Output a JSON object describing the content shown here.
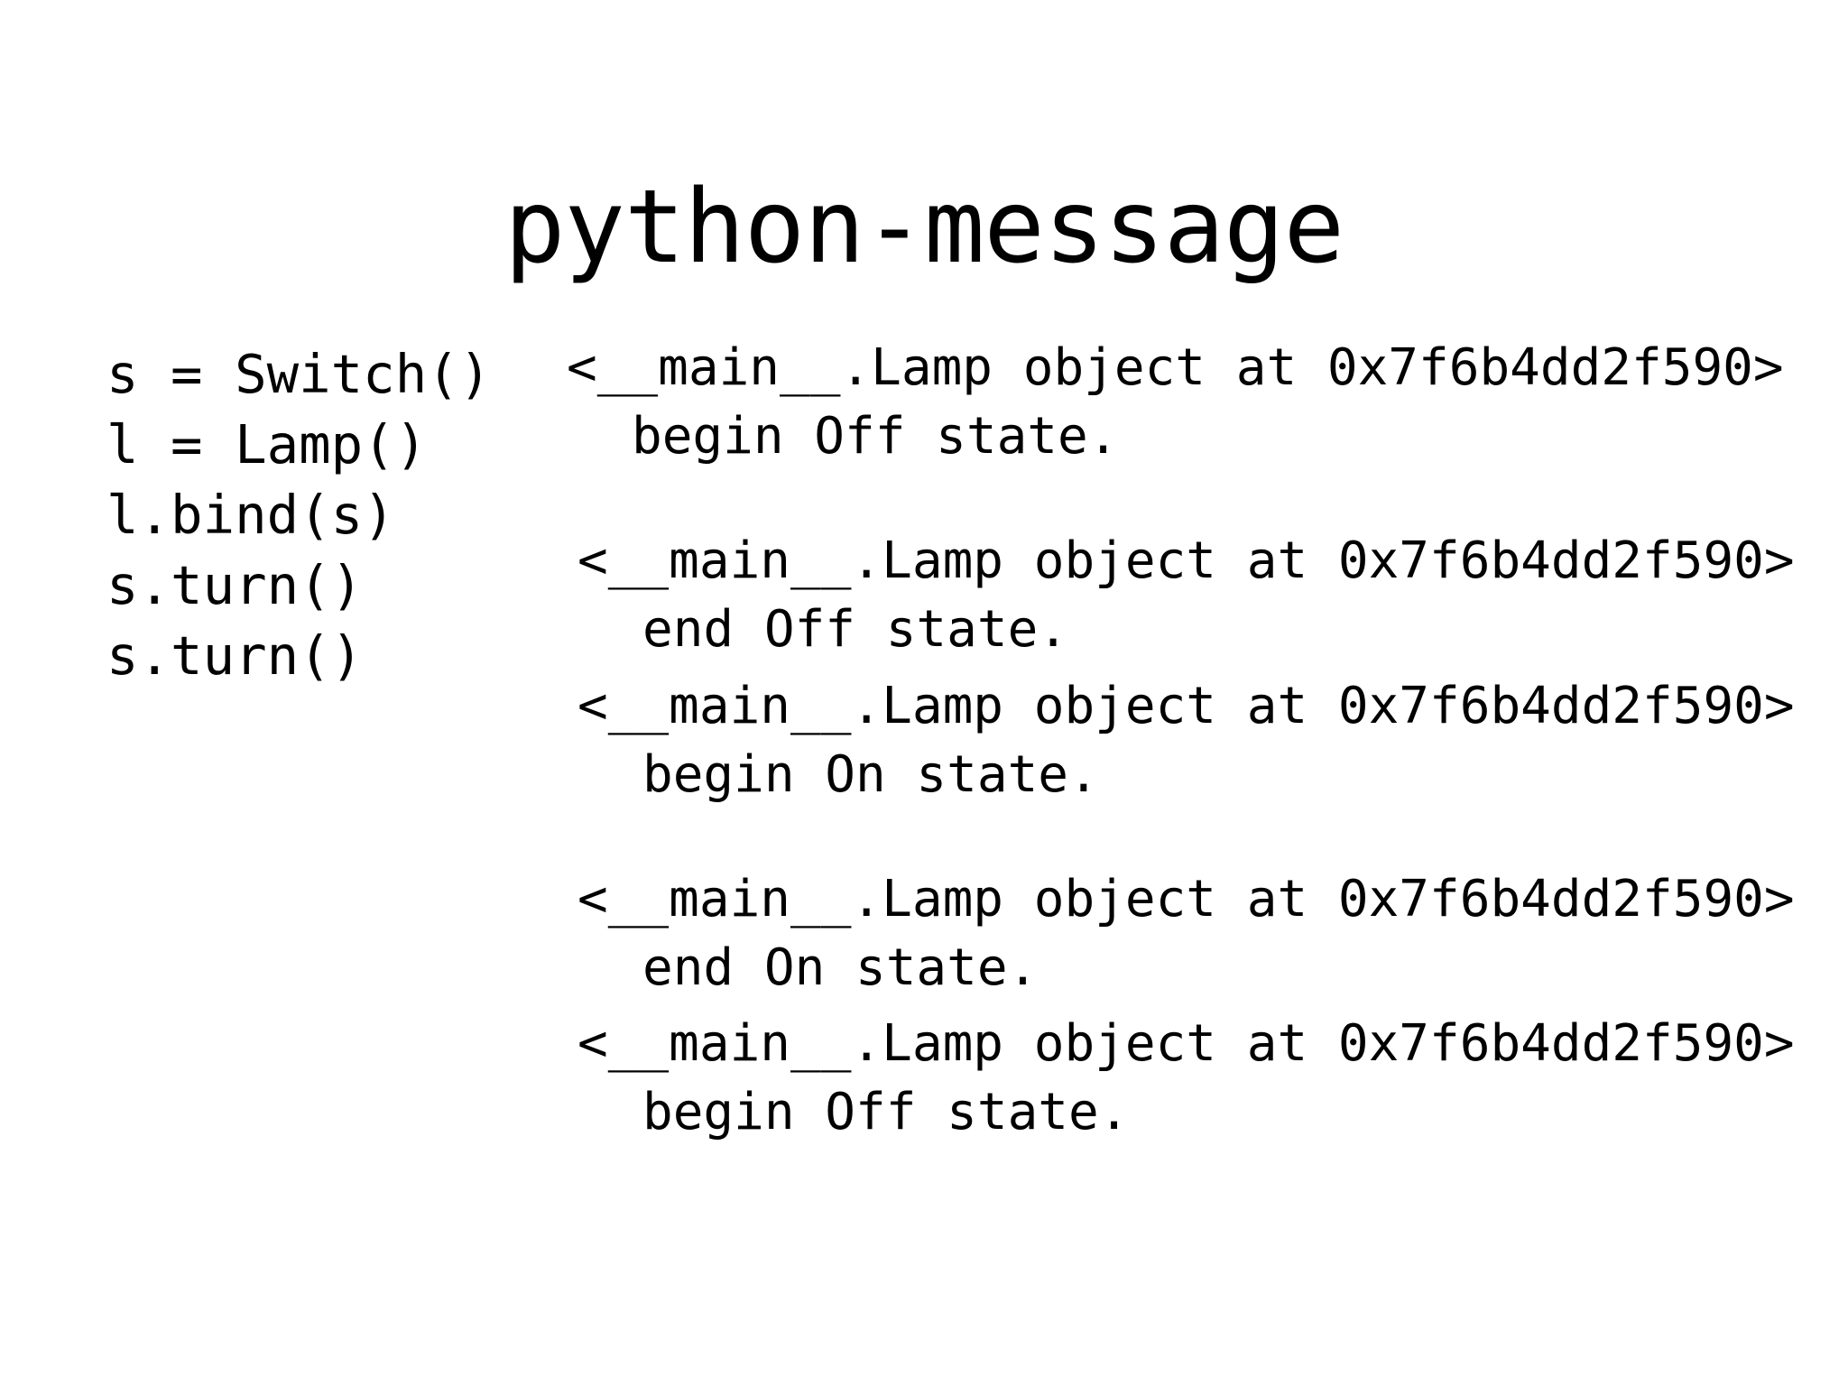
{
  "slide": {
    "title": "python-message",
    "background_color": "#ffffff",
    "text_color": "#000000"
  },
  "code": {
    "lines": [
      "s = Switch()",
      "l = Lamp()",
      "l.bind(s)",
      "s.turn()",
      "s.turn()"
    ]
  },
  "output": {
    "blocks": [
      {
        "text": "<__main__.Lamp object at 0x7f6b4dd2f590> begin Off state.",
        "spacing": "none"
      },
      {
        "text": "<__main__.Lamp object at 0x7f6b4dd2f590> end Off state.",
        "spacing": "large"
      },
      {
        "text": "<__main__.Lamp object at 0x7f6b4dd2f590> begin On state.",
        "spacing": "small"
      },
      {
        "text": "<__main__.Lamp object at 0x7f6b4dd2f590> end On state.",
        "spacing": "large"
      },
      {
        "text": "<__main__.Lamp object at 0x7f6b4dd2f590> begin Off state.",
        "spacing": "small"
      }
    ]
  }
}
